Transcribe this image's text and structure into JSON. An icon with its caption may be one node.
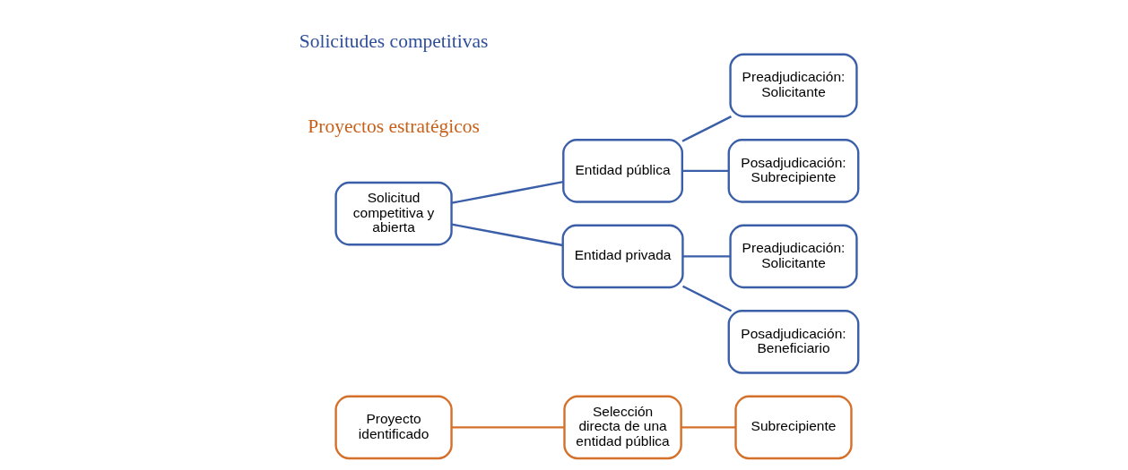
{
  "diagram": {
    "nodes": [
      {
        "text": [
          "Proyecto identificado"
        ]
      },
      {
        "text": [
          "Selección directa de una entidad pública"
        ]
      },
      {
        "text": [
          "Subrecipiente"
        ]
      },
      {
        "text": [
          "Solicitud competitiva y abierta"
        ]
      },
      {
        "text": [
          "Entidad pública"
        ]
      },
      {
        "text": [
          "Entidad privada"
        ]
      },
      {
        "text": [
          "Preadjudicación: Solicitante"
        ]
      },
      {
        "text": [
          "Posadjudicación: Subrecipiente"
        ]
      },
      {
        "text": [
          "Preadjudicación: Solicitante"
        ]
      },
      {
        "text": [
          "Posadjudicación: Beneficiario"
        ]
      }
    ],
    "edges": [
      {
        "from": 0,
        "to": 1,
        "arrow": "none",
        "color": "#d4702a"
      },
      {
        "from": 1,
        "to": 2,
        "arrow": "none",
        "color": "#d4702a"
      },
      {
        "from": 3,
        "to": 4,
        "arrow": "none"
      },
      {
        "from": 3,
        "to": 5,
        "arrow": "none"
      },
      {
        "from": 4,
        "to": 6,
        "arrow": "none"
      },
      {
        "from": 4,
        "to": 7,
        "arrow": "none"
      },
      {
        "from": 5,
        "to": 8,
        "arrow": "none"
      },
      {
        "from": 5,
        "to": 9,
        "arrow": "none"
      }
    ],
    "labels": [
      "Proyectos estratégicos",
      "Solicitudes competitivas"
    ]
  }
}
